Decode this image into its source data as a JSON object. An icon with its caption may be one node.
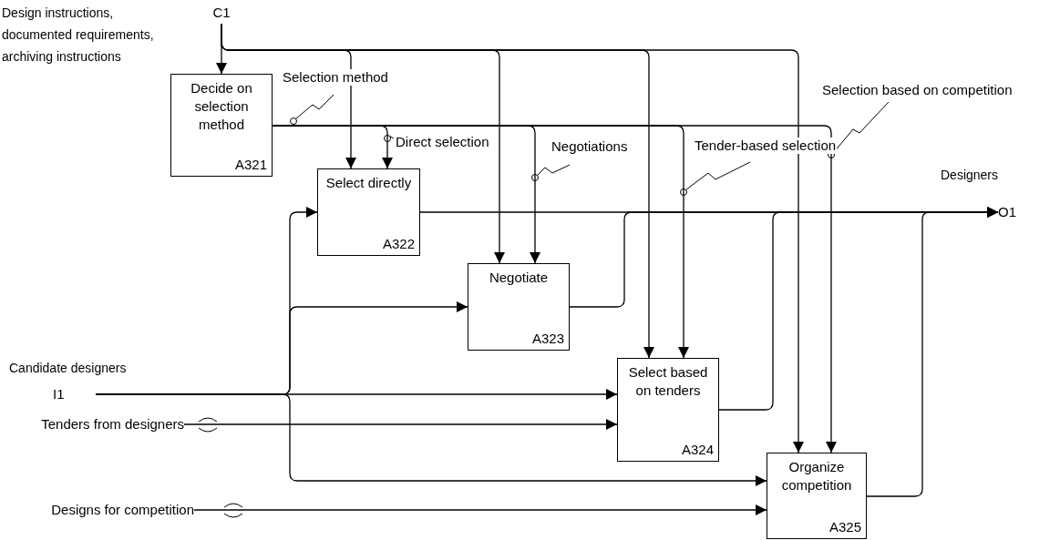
{
  "diagram": {
    "nodes": [
      {
        "text": [
          "C1"
        ]
      },
      {
        "text": [
          "Decide on selection method",
          "A321"
        ]
      },
      {
        "text": [
          "Select directly",
          "A322"
        ]
      },
      {
        "text": [
          "Negotiate",
          "A323"
        ]
      },
      {
        "text": [
          "Select based on tenders",
          "A324"
        ]
      },
      {
        "text": [
          "Organize competition",
          "A325"
        ]
      },
      {
        "text": [
          "I1"
        ],
        "beside": [
          "Candidate designers"
        ]
      },
      {
        "text": [
          "Tenders from designers"
        ]
      },
      {
        "text": [
          "Designs for competition"
        ]
      },
      {
        "text": [
          "O1"
        ],
        "beside": [
          "Designers"
        ]
      }
    ],
    "edges": [
      {
        "from": 0,
        "to": 1,
        "arrow": "to"
      },
      {
        "from": 0,
        "to": 2,
        "arrow": "to"
      },
      {
        "from": 0,
        "to": 3,
        "arrow": "to"
      },
      {
        "from": 0,
        "to": 4,
        "arrow": "to"
      },
      {
        "from": 0,
        "to": 5,
        "arrow": "to"
      },
      {
        "from": 1,
        "to": 2,
        "arrow": "to",
        "label": "Direct selection"
      },
      {
        "from": 1,
        "to": 3,
        "arrow": "to",
        "label": "Negotiations"
      },
      {
        "from": 1,
        "to": 4,
        "arrow": "to",
        "label": "Tender-based selection"
      },
      {
        "from": 1,
        "to": 5,
        "arrow": "to",
        "label": "Selection based on competition"
      },
      {
        "from": 6,
        "to": 2,
        "arrow": "to"
      },
      {
        "from": 6,
        "to": 3,
        "arrow": "to"
      },
      {
        "from": 6,
        "to": 4,
        "arrow": "to"
      },
      {
        "from": 6,
        "to": 5,
        "arrow": "to"
      },
      {
        "from": 7,
        "to": 4,
        "arrow": "to"
      },
      {
        "from": 8,
        "to": 5,
        "arrow": "to"
      },
      {
        "from": 2,
        "to": 9,
        "arrow": "to"
      },
      {
        "from": 3,
        "to": 9,
        "arrow": "to"
      },
      {
        "from": 4,
        "to": 9,
        "arrow": "to"
      },
      {
        "from": 5,
        "to": 9,
        "arrow": "to"
      }
    ],
    "labels": [
      "Design instructions, documented requirements, archiving instructions",
      "Selection method"
    ]
  }
}
